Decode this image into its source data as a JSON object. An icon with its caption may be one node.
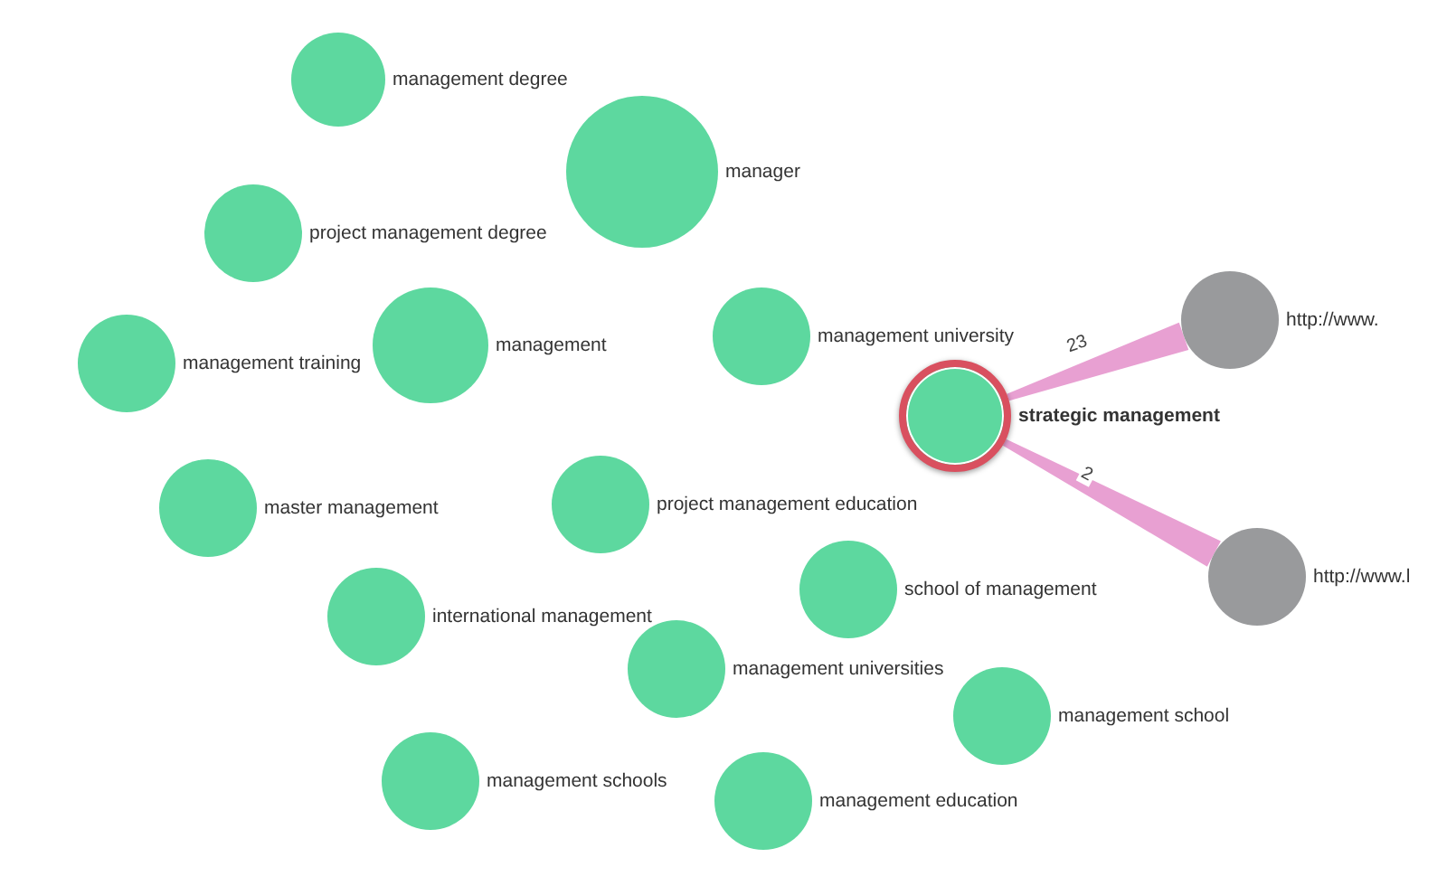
{
  "diagram": {
    "nodes": [
      {
        "text": [
          "management degree"
        ]
      },
      {
        "text": [
          "manager"
        ]
      },
      {
        "text": [
          "project management degree"
        ]
      },
      {
        "text": [
          "management"
        ]
      },
      {
        "text": [
          "management training"
        ]
      },
      {
        "text": [
          "management university"
        ]
      },
      {
        "text": [
          "strategic management"
        ]
      },
      {
        "text": [
          "http://www."
        ]
      },
      {
        "text": [
          "master management"
        ]
      },
      {
        "text": [
          "project management education"
        ]
      },
      {
        "text": [
          "http://www.l"
        ]
      },
      {
        "text": [
          "international management"
        ]
      },
      {
        "text": [
          "school of management"
        ]
      },
      {
        "text": [
          "management universities"
        ]
      },
      {
        "text": [
          "management school"
        ]
      },
      {
        "text": [
          "management schools"
        ]
      },
      {
        "text": [
          "management education"
        ]
      }
    ],
    "edges": [
      {
        "from": 6,
        "to": 7,
        "arrow": "none",
        "label": "23"
      },
      {
        "from": 6,
        "to": 10,
        "arrow": "none",
        "label": "2"
      }
    ]
  }
}
